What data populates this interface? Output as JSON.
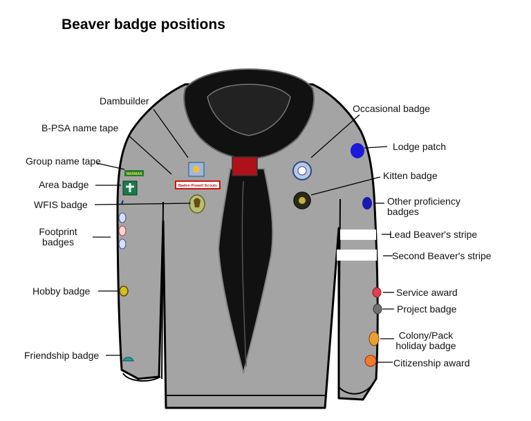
{
  "title": "Beaver badge positions",
  "colors": {
    "jumper": "#a4a4a4",
    "jumper_outline": "#000000",
    "scarf": "#111111",
    "woggle": "#b0101a",
    "lodge_patch": "#1a1ad8",
    "stripe": "#ffffff"
  },
  "badge_text": {
    "name_tape": "Baden-Powell Scouts",
    "group_tape": "WARMAN"
  },
  "labels": {
    "dambuilder": "Dambuilder",
    "bpsa_name_tape": "B-PSA name tape",
    "group_name_tape": "Group name tape",
    "area_badge": "Area badge",
    "wfis_badge": "WFIS badge",
    "footprint_badges_1": "Footprint",
    "footprint_badges_2": "badges",
    "hobby_badge": "Hobby badge",
    "friendship_badge": "Friendship badge",
    "occasional_badge": "Occasional badge",
    "lodge_patch": "Lodge patch",
    "kitten_badge": "Kitten badge",
    "other_proficiency_1": "Other proficiency",
    "other_proficiency_2": "badges",
    "lead_beaver_stripe": "Lead Beaver's stripe",
    "second_beaver_stripe": "Second Beaver's stripe",
    "service_award": "Service award",
    "project_badge": "Project badge",
    "colony_holiday_1": "Colony/Pack",
    "colony_holiday_2": "holiday badge",
    "citizenship_award": "Citizenship award"
  }
}
